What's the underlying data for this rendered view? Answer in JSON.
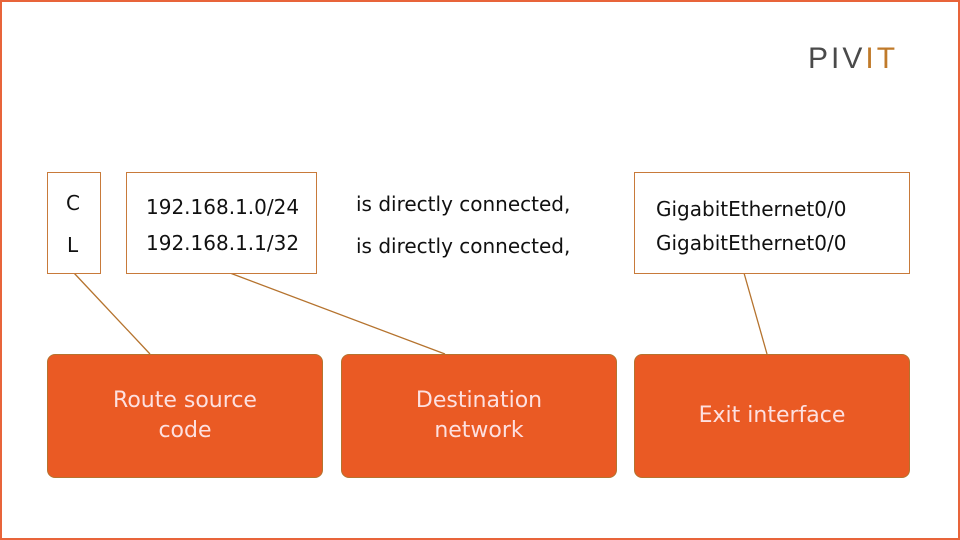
{
  "logo": {
    "text_a": "PIV",
    "text_b": "IT",
    "accent": "#c07a2a"
  },
  "codes": [
    "C",
    "L"
  ],
  "networks": [
    "192.168.1.0/24",
    "192.168.1.1/32"
  ],
  "connected": [
    "is directly connected,",
    "is directly connected,"
  ],
  "interfaces": [
    "GigabitEthernet0/0",
    "GigabitEthernet0/0"
  ],
  "labels": {
    "route_source": [
      "Route source",
      "code"
    ],
    "destination": [
      "Destination",
      "network"
    ],
    "exit": "Exit interface"
  },
  "colors": {
    "box_fill": "#ea5a24",
    "border": "#c87a3a",
    "frame": "#e8643a"
  }
}
